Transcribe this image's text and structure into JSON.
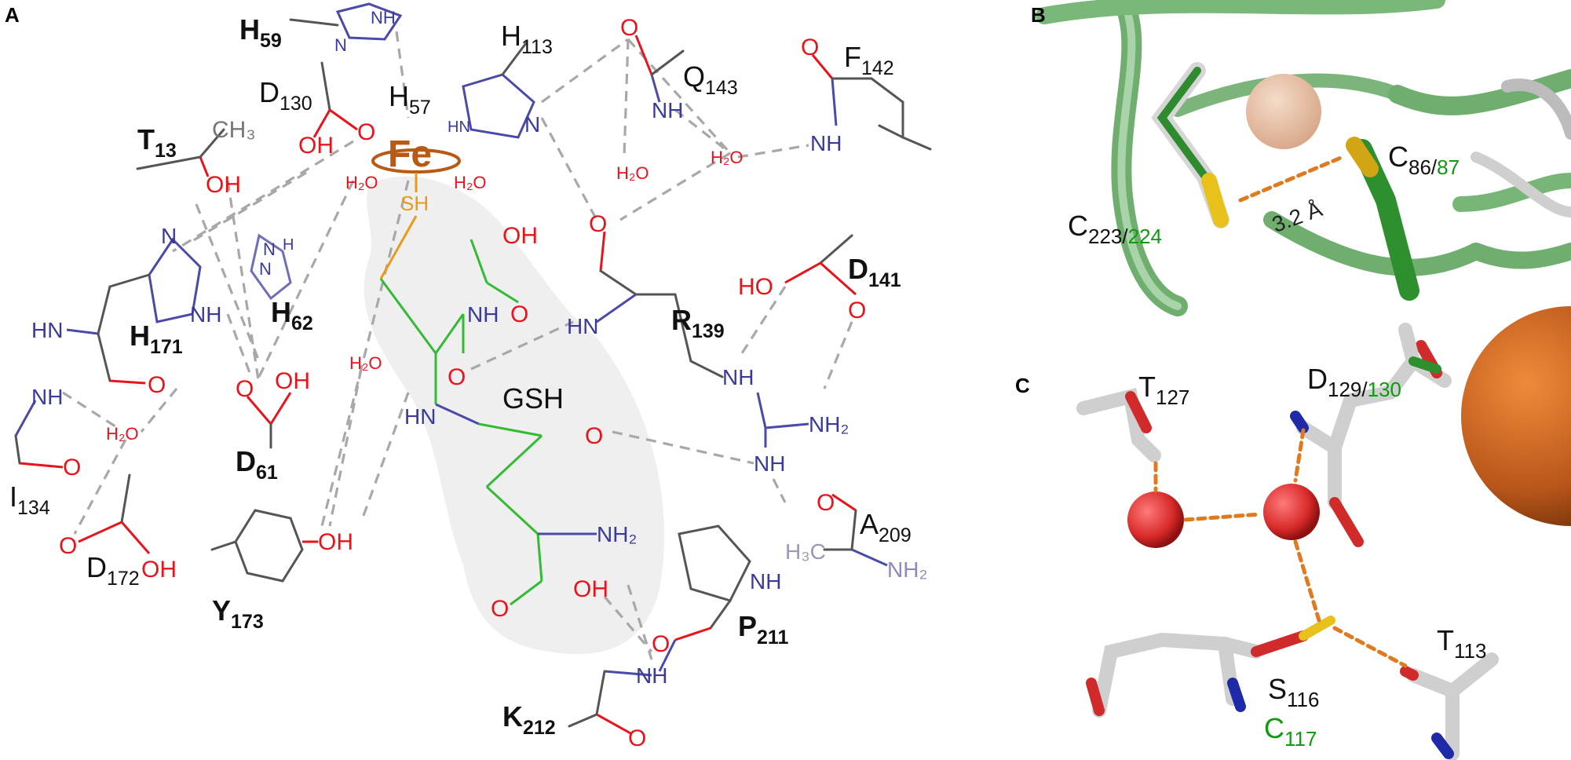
{
  "panels": {
    "a": "A",
    "b": "B",
    "c": "C"
  },
  "colors": {
    "oxygen": "#e8141b",
    "nitrogen": "#3a3a9a",
    "gsh": "#33bb33",
    "iron": "#b95a14",
    "sulfur": "#e89a1a",
    "panel_green": "#0f9a0f"
  },
  "panelA": {
    "metal": "Fe",
    "gsh_label": "GSH",
    "sh_label": "SH",
    "water": "H₂O",
    "residues": {
      "H59": {
        "l": "H",
        "s": "59"
      },
      "H57": {
        "l": "H",
        "s": "57"
      },
      "H113": {
        "l": "H",
        "s": "113"
      },
      "Q143": {
        "l": "Q",
        "s": "143"
      },
      "F142": {
        "l": "F",
        "s": "142"
      },
      "D130": {
        "l": "D",
        "s": "130"
      },
      "T13": {
        "l": "T",
        "s": "13"
      },
      "H171": {
        "l": "H",
        "s": "171"
      },
      "H62": {
        "l": "H",
        "s": "62"
      },
      "R139": {
        "l": "R",
        "s": "139"
      },
      "D141": {
        "l": "D",
        "s": "141"
      },
      "D61": {
        "l": "D",
        "s": "61"
      },
      "I134": {
        "l": "I",
        "s": "134"
      },
      "A209": {
        "l": "A",
        "s": "209"
      },
      "D172": {
        "l": "D",
        "s": "172"
      },
      "Y173": {
        "l": "Y",
        "s": "173"
      },
      "P211": {
        "l": "P",
        "s": "211"
      },
      "K212": {
        "l": "K",
        "s": "212"
      }
    },
    "atoms": {
      "o": "O",
      "oh": "OH",
      "ho": "HO",
      "h": "H",
      "n": "N",
      "nh": "NH",
      "hn": "HN",
      "nh2": "NH₂",
      "h3c": "H₃C",
      "ch3": "CH₃"
    }
  },
  "panelB": {
    "left_res": "C",
    "left_sub_a": "223/",
    "left_sub_b": "224",
    "right_res": "C",
    "right_sub_a": "86/",
    "right_sub_b": "87",
    "distance": "3.2 Å"
  },
  "panelC": {
    "t127": {
      "l": "T",
      "s": "127"
    },
    "d129": {
      "l": "D",
      "s_a": "129/",
      "s_b": "130"
    },
    "s116": {
      "l": "S",
      "s": "116"
    },
    "c117": {
      "l": "C",
      "s": "117"
    },
    "t113": {
      "l": "T",
      "s": "113"
    }
  }
}
